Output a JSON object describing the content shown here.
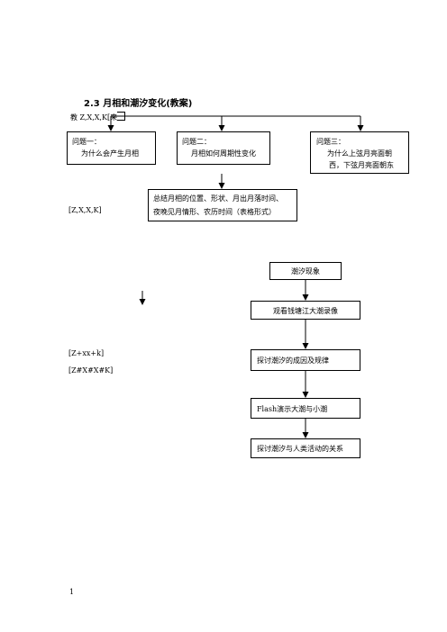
{
  "title": "2.3 月相和潮汐变化(教案)",
  "sidebar_codes": {
    "top": "教 Z,X,X,K[来",
    "middle": "[Z,X,X,K]",
    "lower1": "[Z+xx+k]",
    "lower2": "[Z#X#X#K]"
  },
  "questions": [
    {
      "heading": "问题一：",
      "text": "为什么会产生月相"
    },
    {
      "heading": "问题二：",
      "text": "月相如何周期性变化"
    },
    {
      "heading": "问题三：",
      "lines": [
        "为什么上弦月亮面朝",
        "西，下弦月亮面朝东"
      ]
    }
  ],
  "summary": {
    "lines": [
      "总结月相的位置、形状、月出月落时间、",
      "夜晚见月情形、农历时间（表格形式）"
    ]
  },
  "tide_flow": [
    "潮汐现象",
    "观看钱塘江大潮录像",
    "探讨潮汐的成因及规律",
    "Flash演示大潮与小潮",
    "探讨潮汐与人类活动的关系"
  ],
  "page_number": "1"
}
